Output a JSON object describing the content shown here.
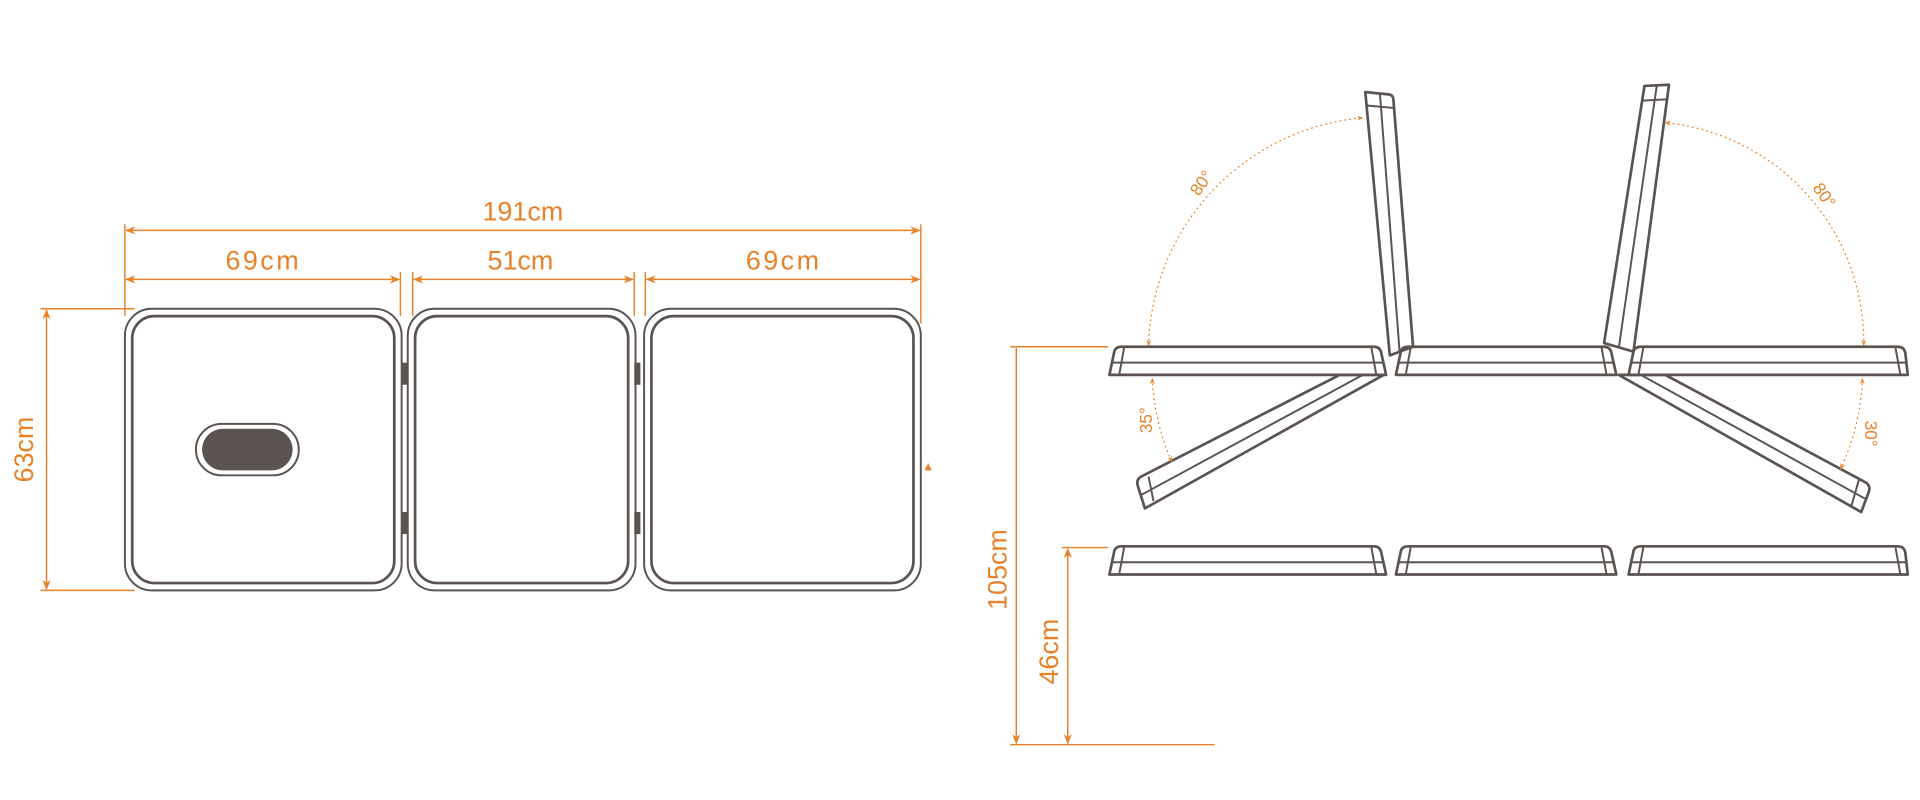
{
  "colors": {
    "dimension": "#e8822a",
    "outline": "#5a5350"
  },
  "top_view": {
    "total_length": "191cm",
    "section_left": "69cm",
    "section_middle": "51cm",
    "section_right": "69cm",
    "width": "63cm"
  },
  "side_view": {
    "backrest_left_angle": "80°",
    "backrest_right_angle": "80°",
    "legrest_left_angle": "35°",
    "legrest_right_angle": "30°",
    "max_height": "105cm",
    "min_height": "46cm"
  }
}
